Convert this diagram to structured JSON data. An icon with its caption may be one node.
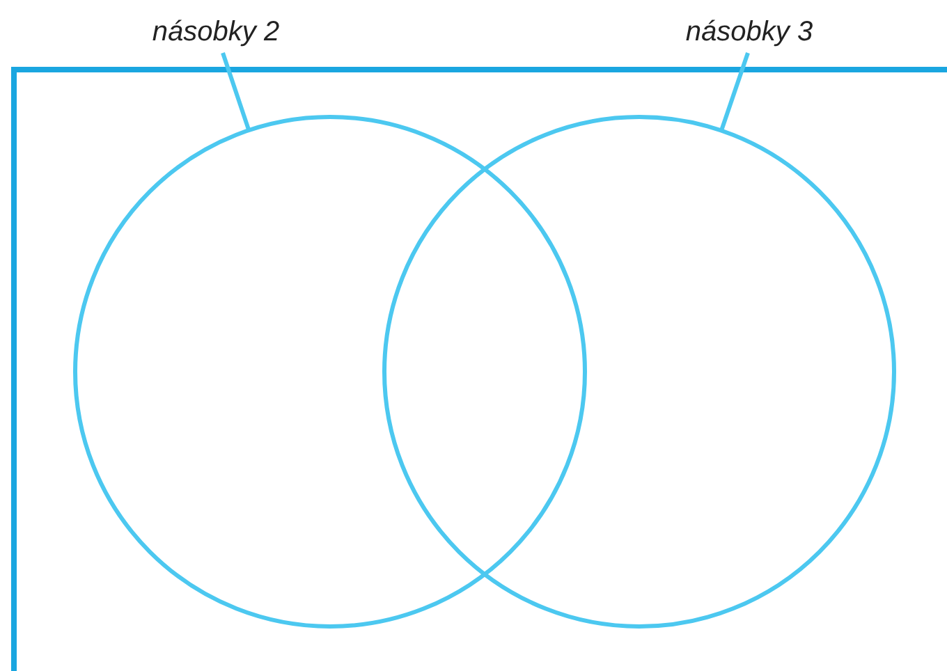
{
  "diagram": {
    "nodes": [
      {
        "text": [
          "násobky 2"
        ]
      },
      {
        "text": [
          "násobky 3"
        ]
      },
      {
        "text": [],
        "shape": "circle"
      },
      {
        "text": [],
        "shape": "circle"
      }
    ],
    "edges": [
      {
        "from": 0,
        "to": 2,
        "arrow": "none"
      },
      {
        "from": 1,
        "to": 3,
        "arrow": "none"
      }
    ]
  }
}
